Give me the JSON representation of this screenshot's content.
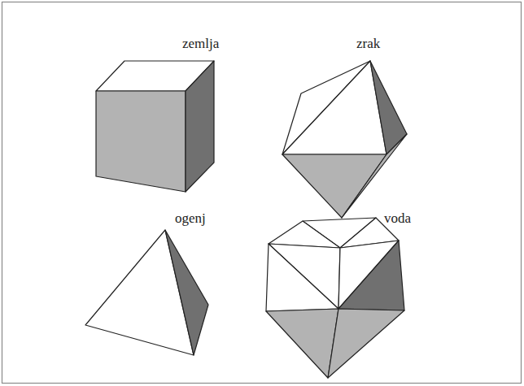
{
  "diagram": {
    "labels": [
      "zemlja",
      "zrak",
      "ogenj",
      "voda"
    ]
  }
}
